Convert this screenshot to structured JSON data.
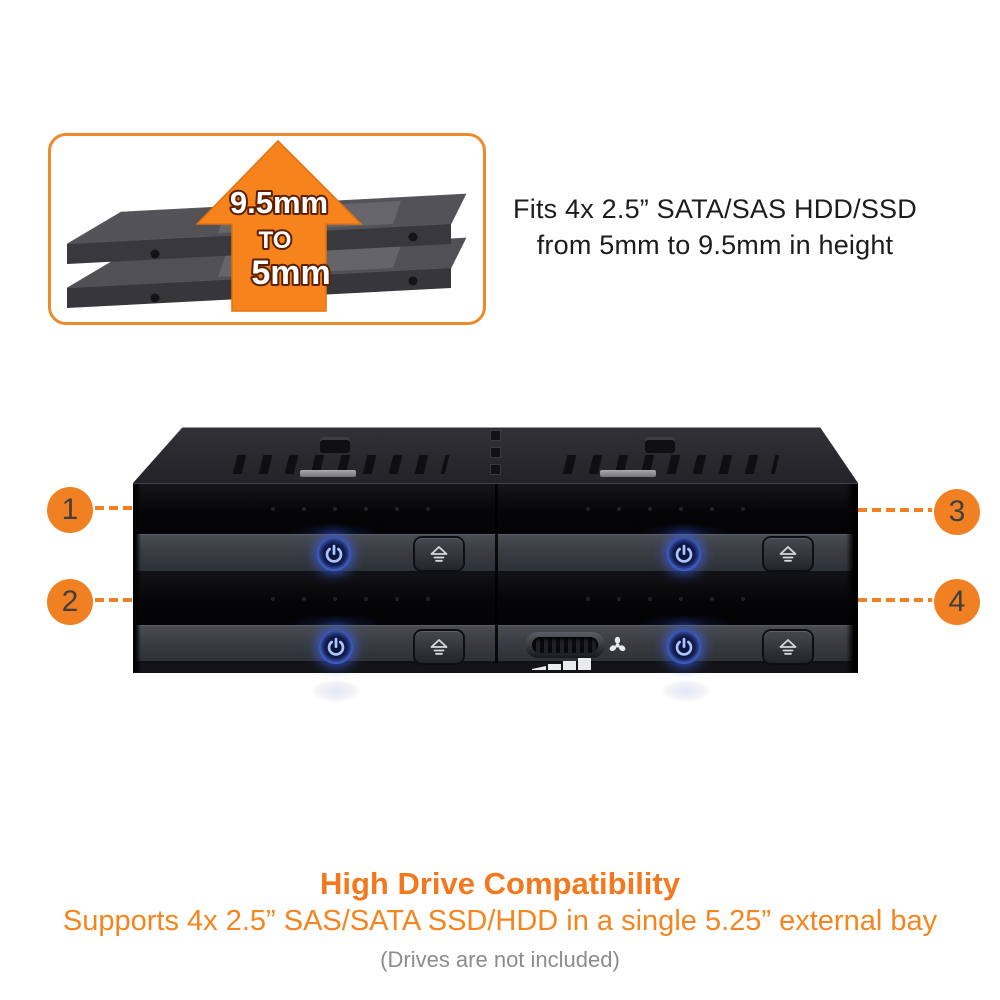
{
  "inset": {
    "arrow_top": "9.5mm",
    "arrow_mid": "TO",
    "arrow_bottom": "5mm"
  },
  "headline": {
    "line1": "Fits 4x 2.5” SATA/SAS HDD/SSD",
    "line2": "from 5mm to 9.5mm in height"
  },
  "callouts": [
    {
      "number": "1"
    },
    {
      "number": "2"
    },
    {
      "number": "3"
    },
    {
      "number": "4"
    }
  ],
  "device": {
    "bay_count": 4,
    "power_led_count": 4,
    "eject_button_count": 4,
    "has_fan_speed_wheel": true
  },
  "footer": {
    "title": "High Drive Compatibility",
    "subtitle": "Supports 4x 2.5” SAS/SATA SSD/HDD in a single 5.25” external bay",
    "note": "(Drives are not included)"
  },
  "colors": {
    "accent_orange": "#F08021",
    "arrow_orange": "#F6831C",
    "title_orange": "#F4781D",
    "subtitle_orange": "#F5851E",
    "note_gray": "#8C8C8C",
    "headline_black": "#1C1C1C",
    "led_blue": "#3E64F0"
  },
  "icons": {
    "up_arrow": "up-arrow-icon",
    "power": "power-icon",
    "eject": "eject-icon",
    "fan": "fan-icon",
    "fan_speed_bars": "fan-speed-bars-icon"
  }
}
